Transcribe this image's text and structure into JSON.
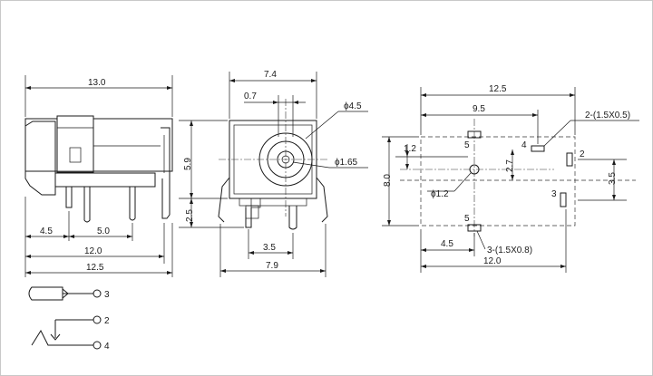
{
  "side_view": {
    "dim_total": "13.0",
    "dim_pin1": "4.5",
    "dim_pin2": "5.0",
    "dim_base": "12.0",
    "dim_overall": "12.5"
  },
  "front_view": {
    "dim_width": "7.4",
    "dim_offset": "0.7",
    "dim_hole": "ϕ4.5",
    "dim_height": "5.9",
    "dim_pin_bore": "ϕ1.65",
    "dim_base_h": "2.5",
    "dim_pin_pitch": "3.5",
    "dim_foot": "7.9"
  },
  "top_view": {
    "dim_total": "12.5",
    "dim_inner": "9.5",
    "dim_slot_small": "2-(1.5X0.5)",
    "dim_hole_offset": "1.2",
    "dim_height": "8.0",
    "dim_mid": "2.7",
    "dim_hole": "ϕ1.2",
    "dim_right": "3.5",
    "dim_left": "4.5",
    "dim_slot_large": "3-(1.5X0.8)",
    "dim_length": "12.0",
    "pad_5_top": "5",
    "pad_4": "4",
    "pad_2": "2",
    "pad_3": "3",
    "pad_5_bottom": "5"
  },
  "schematic": {
    "terminal_3": "3",
    "terminal_2": "2",
    "terminal_4": "4"
  }
}
